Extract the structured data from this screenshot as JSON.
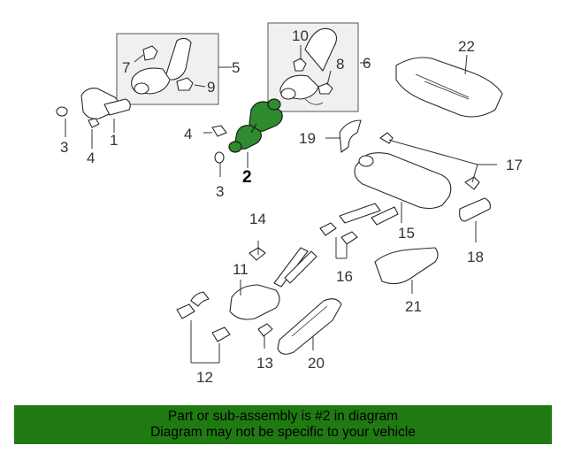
{
  "diagram": {
    "highlight_color": "#2e8b2e",
    "labels": {
      "l1": "1",
      "l2": "2",
      "l3a": "3",
      "l3b": "3",
      "l4a": "4",
      "l4b": "4",
      "l5": "5",
      "l6": "6",
      "l7": "7",
      "l8": "8",
      "l9": "9",
      "l10": "10",
      "l11": "11",
      "l12": "12",
      "l13": "13",
      "l14": "14",
      "l15": "15",
      "l16": "16",
      "l17": "17",
      "l18": "18",
      "l19": "19",
      "l20": "20",
      "l21": "21",
      "l22": "22"
    }
  },
  "banner": {
    "line1": "Part or sub-assembly is #2 in diagram",
    "line2": "Diagram may not be specific to your vehicle",
    "background": "#1f7a12"
  }
}
